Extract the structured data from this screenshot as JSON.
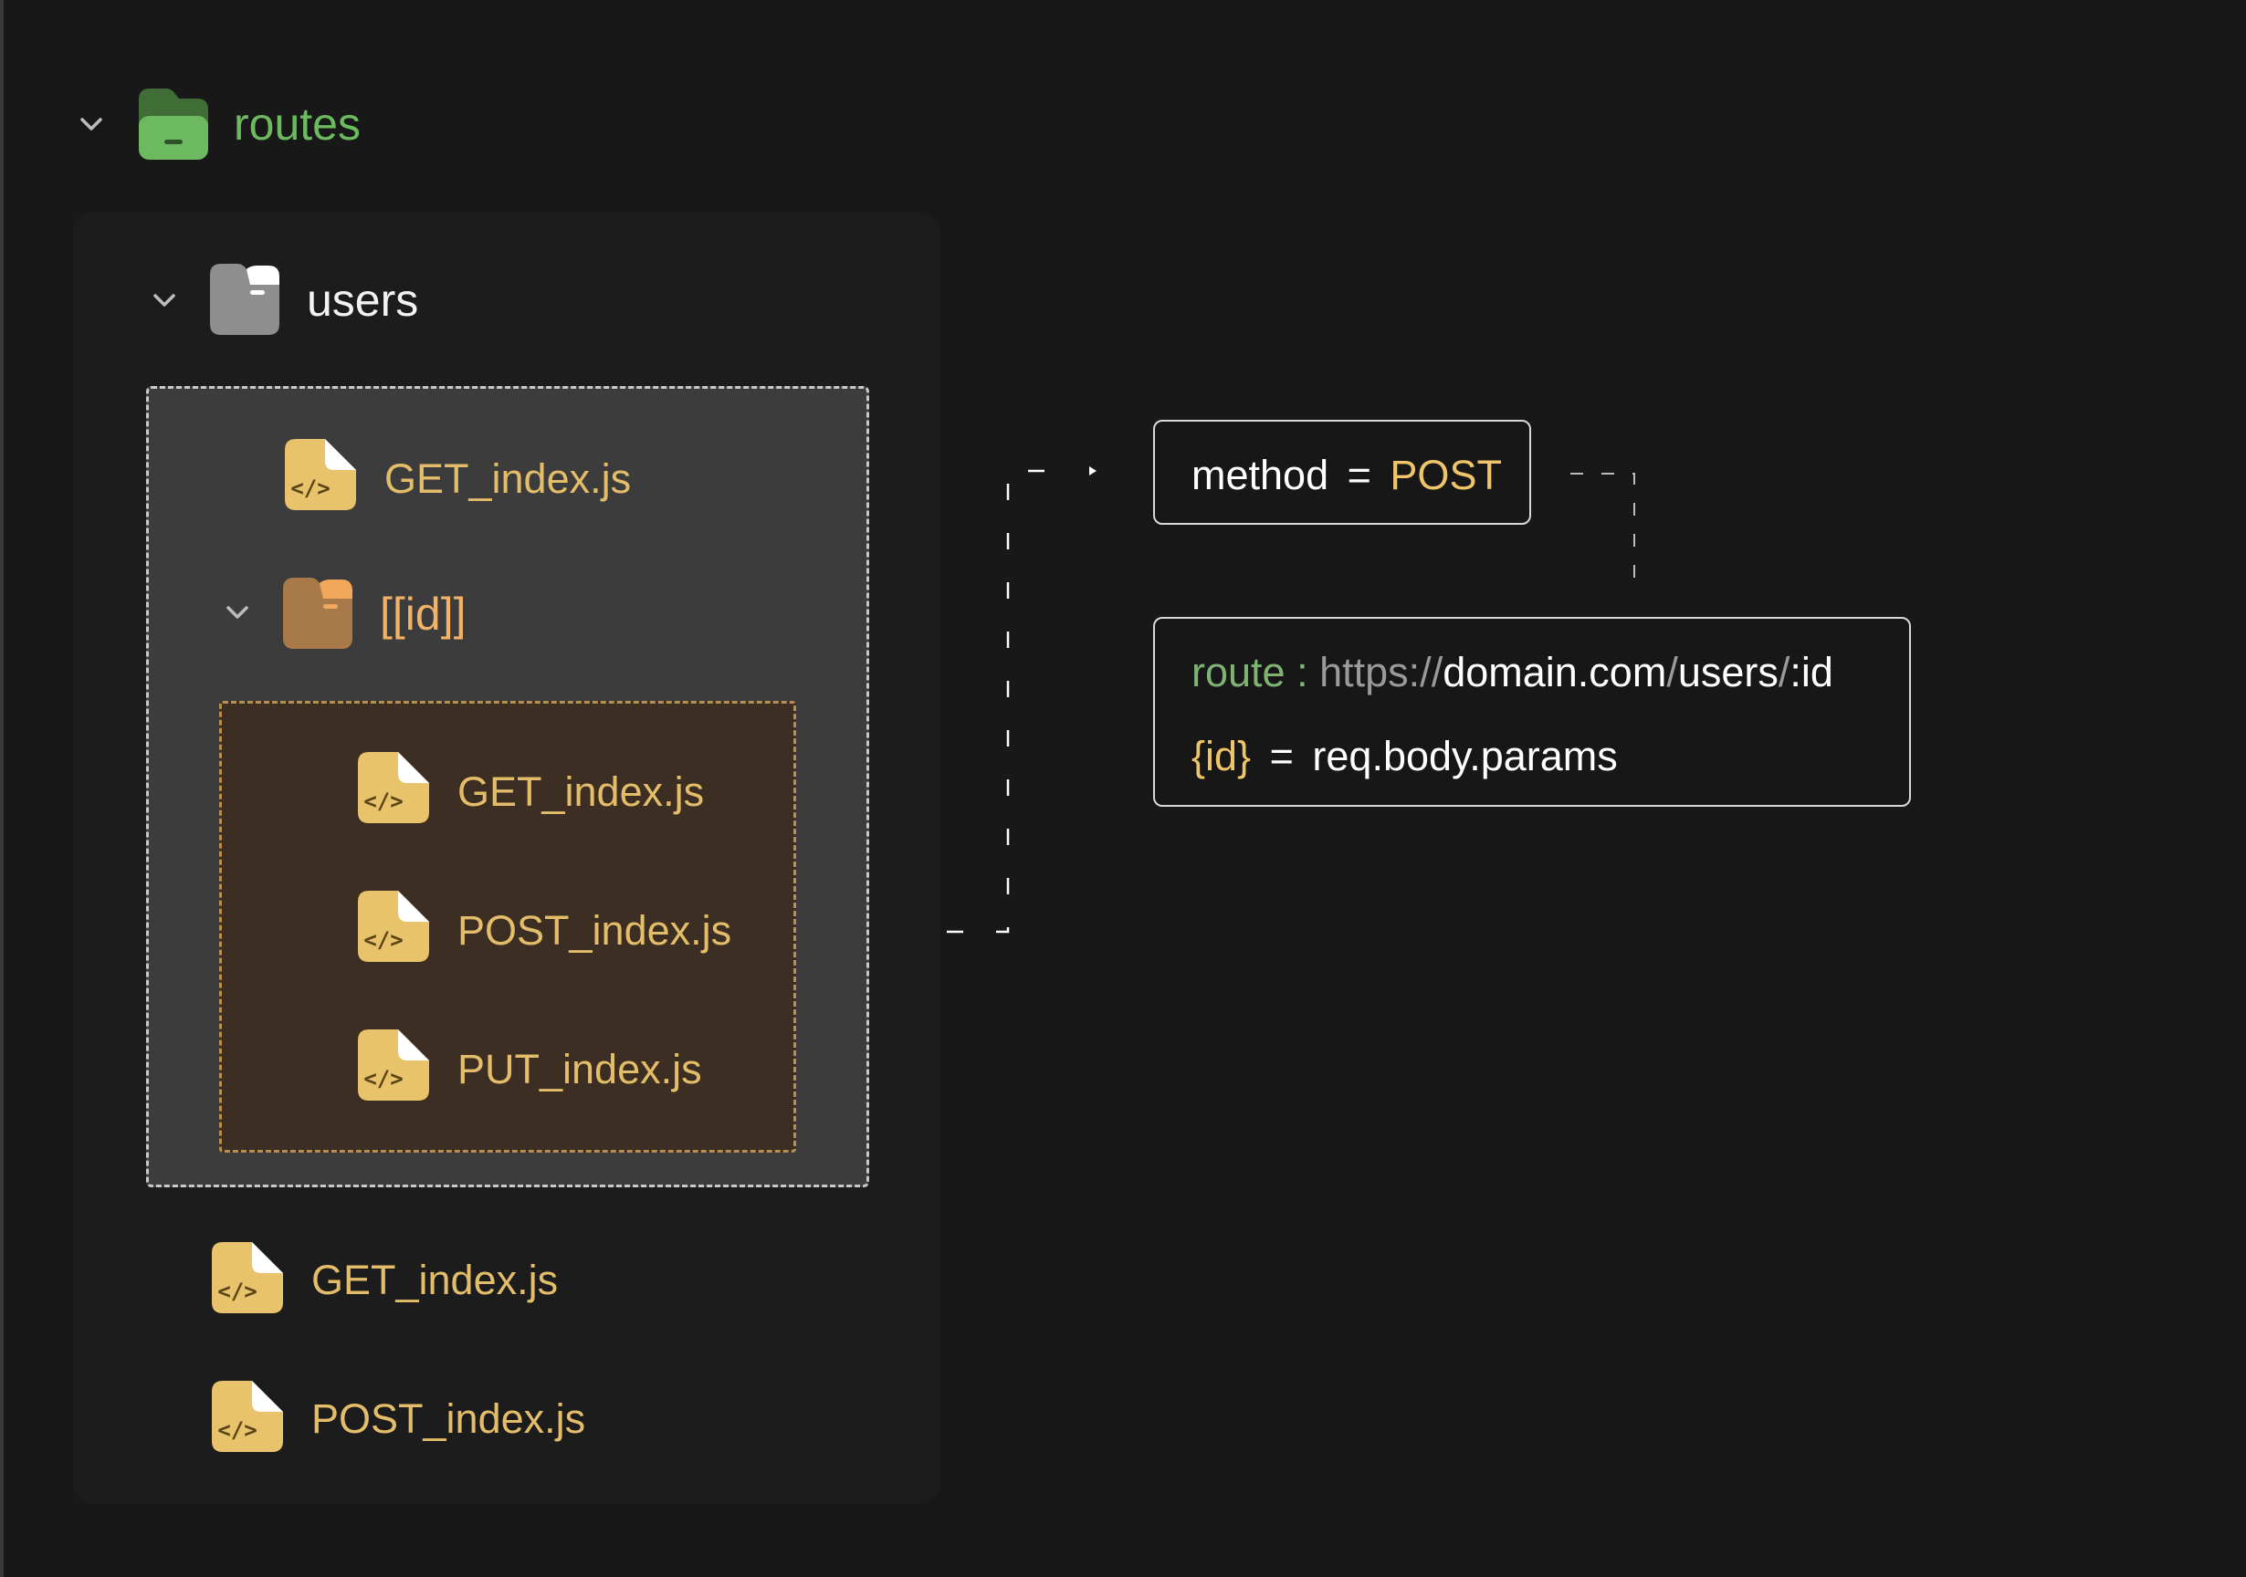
{
  "colors": {
    "background": "#181818",
    "routes": "#6cb960",
    "folder_users": "#8e8e8e",
    "id_folder": "#a87a49",
    "id_label": "#f2b366",
    "file_icon": "#e8c36b",
    "file_label": "#e3bd69",
    "connector": "#ffffff"
  },
  "tree": {
    "routes": {
      "label": "routes",
      "icon": "folder-open-icon",
      "expanded": true
    },
    "users": {
      "label": "users",
      "icon": "folder-icon",
      "expanded": true
    },
    "users_files": [
      {
        "label": "GET_index.js",
        "icon": "js-file-icon"
      }
    ],
    "id_folder": {
      "label": "[[id]]",
      "icon": "folder-icon",
      "expanded": true
    },
    "id_files": [
      {
        "label": "GET_index.js",
        "icon": "js-file-icon"
      },
      {
        "label": "POST_index.js",
        "icon": "js-file-icon"
      },
      {
        "label": "PUT_index.js",
        "icon": "js-file-icon"
      }
    ],
    "root_files": [
      {
        "label": "GET_index.js",
        "icon": "js-file-icon"
      },
      {
        "label": "POST_index.js",
        "icon": "js-file-icon"
      }
    ]
  },
  "method_box": {
    "key": "method",
    "op": "=",
    "value": "POST"
  },
  "route_box": {
    "route_key": "route",
    "route_sep": ":",
    "route_scheme": "https://",
    "route_domain": "domain.com",
    "route_slash1": "/",
    "route_path": "users",
    "route_slash2": "/",
    "route_param": ":id",
    "param_key": "{id}",
    "param_op": "=",
    "param_value": "req.body.params"
  }
}
